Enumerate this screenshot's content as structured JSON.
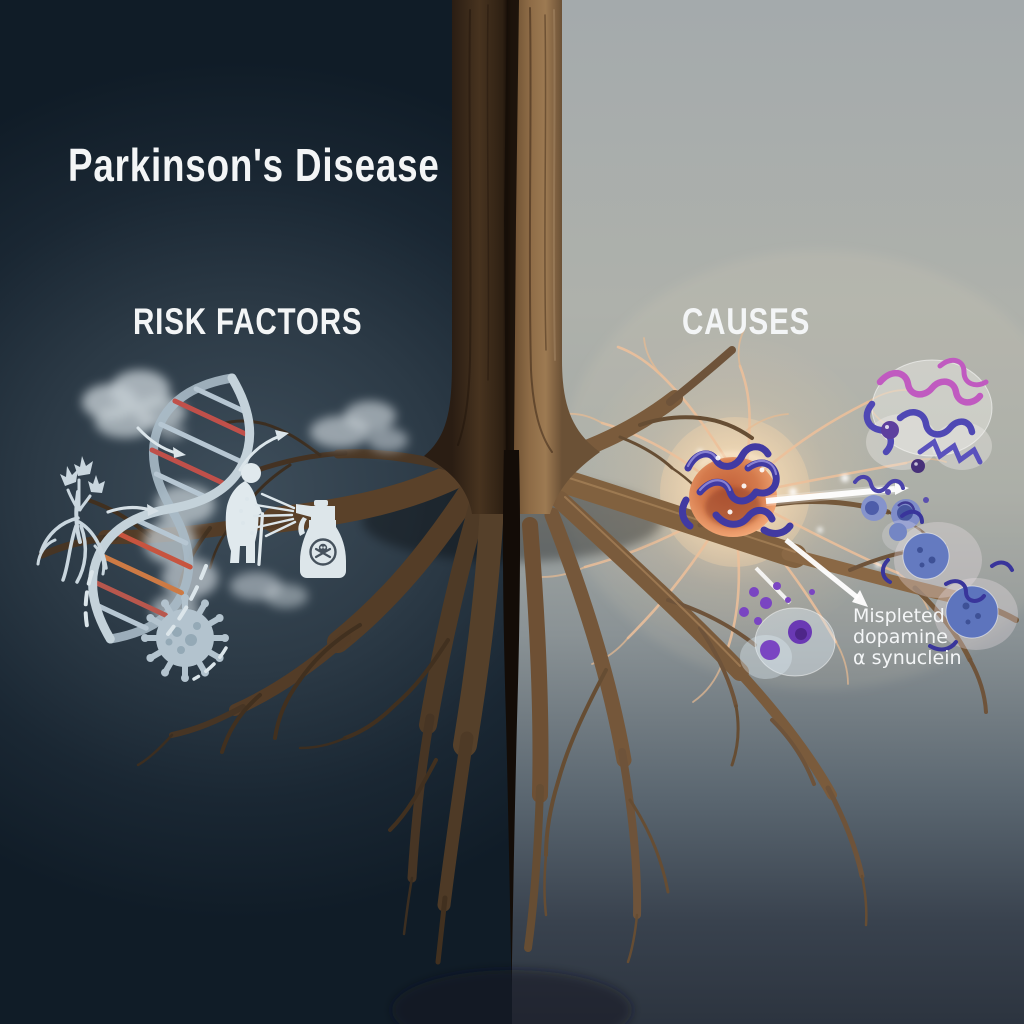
{
  "title": "Parkinson's Disease",
  "sections": {
    "left": {
      "heading": "RISK FACTORS",
      "icons": [
        "smoke-cloud",
        "toxic-plant",
        "dna-helix",
        "elderly-person",
        "pesticide-spray-bottle",
        "virus"
      ]
    },
    "right": {
      "heading": "CAUSES",
      "icons": [
        "neuron",
        "alpha-synuclein-aggregates",
        "protein-vesicles"
      ],
      "annotation": {
        "lines": [
          "Mispleted",
          "dopamine",
          "α synuclein"
        ]
      }
    }
  },
  "colors": {
    "left_background_dark": "#101c27",
    "left_background_mid": "#3e4e5b",
    "right_background_top": "#a4aaac",
    "right_background_bottom": "#2c343f",
    "bark_dark": "#3c2a1b",
    "bark_light": "#9d7a52",
    "neuron_soma": "#e08a5a",
    "protein_indigo": "#4f48b4",
    "protein_magenta": "#c05ac0",
    "icon_steel": "#c7d4dc",
    "text": "#f3f5f6"
  }
}
